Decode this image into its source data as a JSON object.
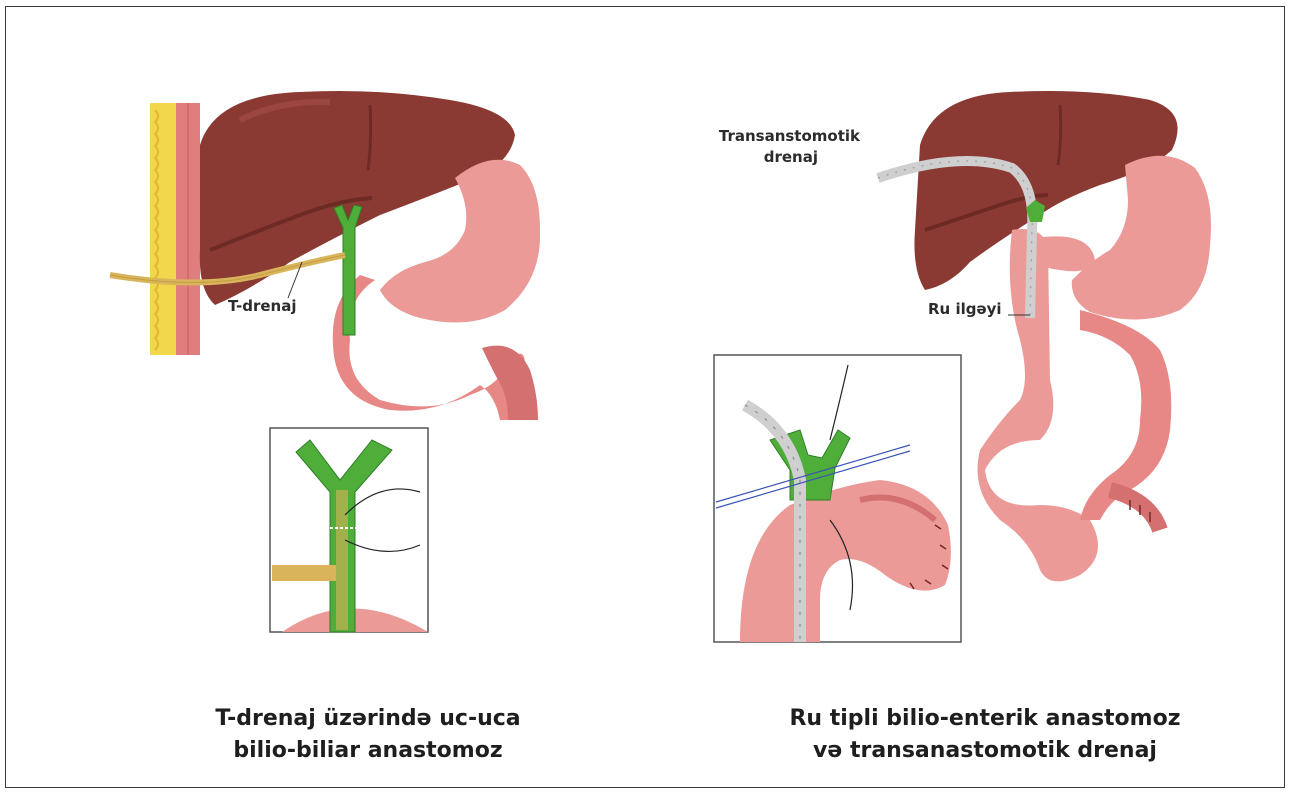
{
  "left_panel": {
    "labels": {
      "t_drain": "T-drenaj"
    },
    "caption_line1": "T-drenaj üzərində uc-uca",
    "caption_line2": "bilio-biliar anastomoz"
  },
  "right_panel": {
    "labels": {
      "trans_drain_line1": "Transanstomotik",
      "trans_drain_line2": "drenaj",
      "roux_loop": "Ru ilgəyi"
    },
    "caption_line1": "Ru tipli bilio-enterik anastomoz",
    "caption_line2": "və transanastomotik drenaj"
  },
  "colors": {
    "liver": "#8b3a33",
    "liver_dark": "#6e2a25",
    "stomach": "#ec9a98",
    "stomach_dark": "#d4706f",
    "bile_duct": "#4fae3a",
    "drain": "#d9b45a",
    "abdominal_wall_fat": "#f2d64b",
    "abdominal_wall_muscle": "#e07d7d",
    "stent": "#cfcfcf"
  }
}
